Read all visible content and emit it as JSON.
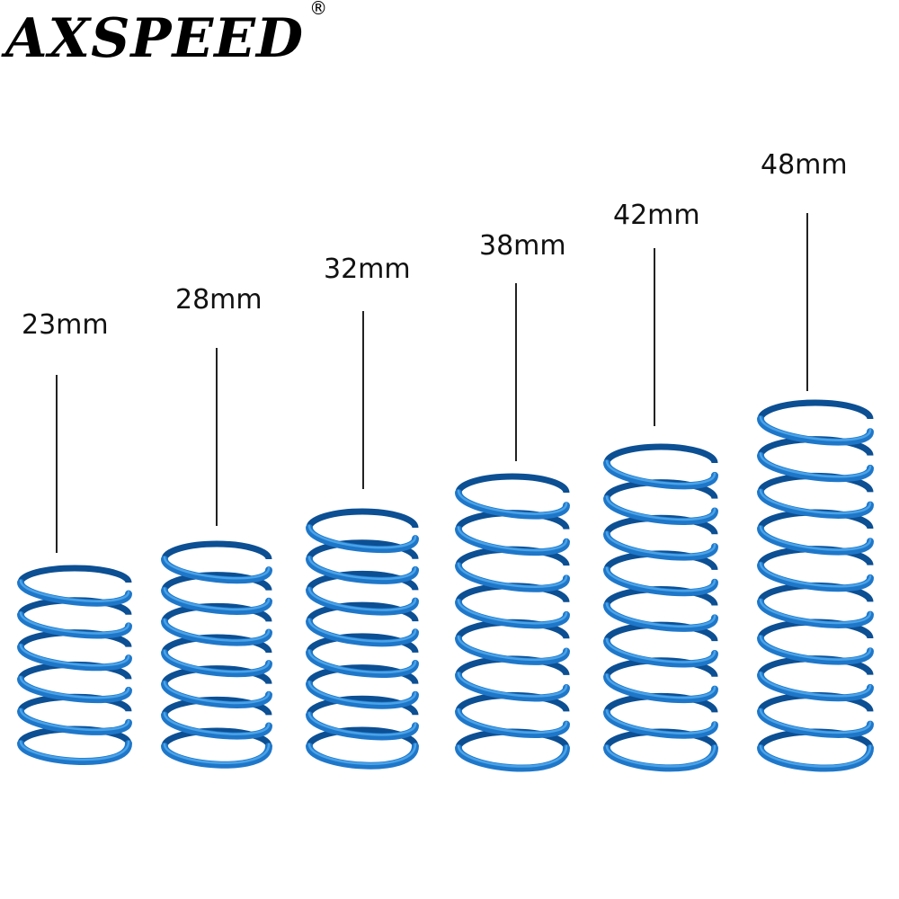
{
  "brand": {
    "name": "AXSPEED",
    "mark": "®"
  },
  "colors": {
    "spring": "#1f77c9",
    "spring_dark": "#0c4f93",
    "spring_light": "#4aa3e8",
    "text": "#111111"
  },
  "springs": [
    {
      "label": "23mm",
      "coils": 5
    },
    {
      "label": "28mm",
      "coils": 6
    },
    {
      "label": "32mm",
      "coils": 6.5
    },
    {
      "label": "38mm",
      "coils": 7
    },
    {
      "label": "42mm",
      "coils": 8
    },
    {
      "label": "48mm",
      "coils": 9
    }
  ]
}
